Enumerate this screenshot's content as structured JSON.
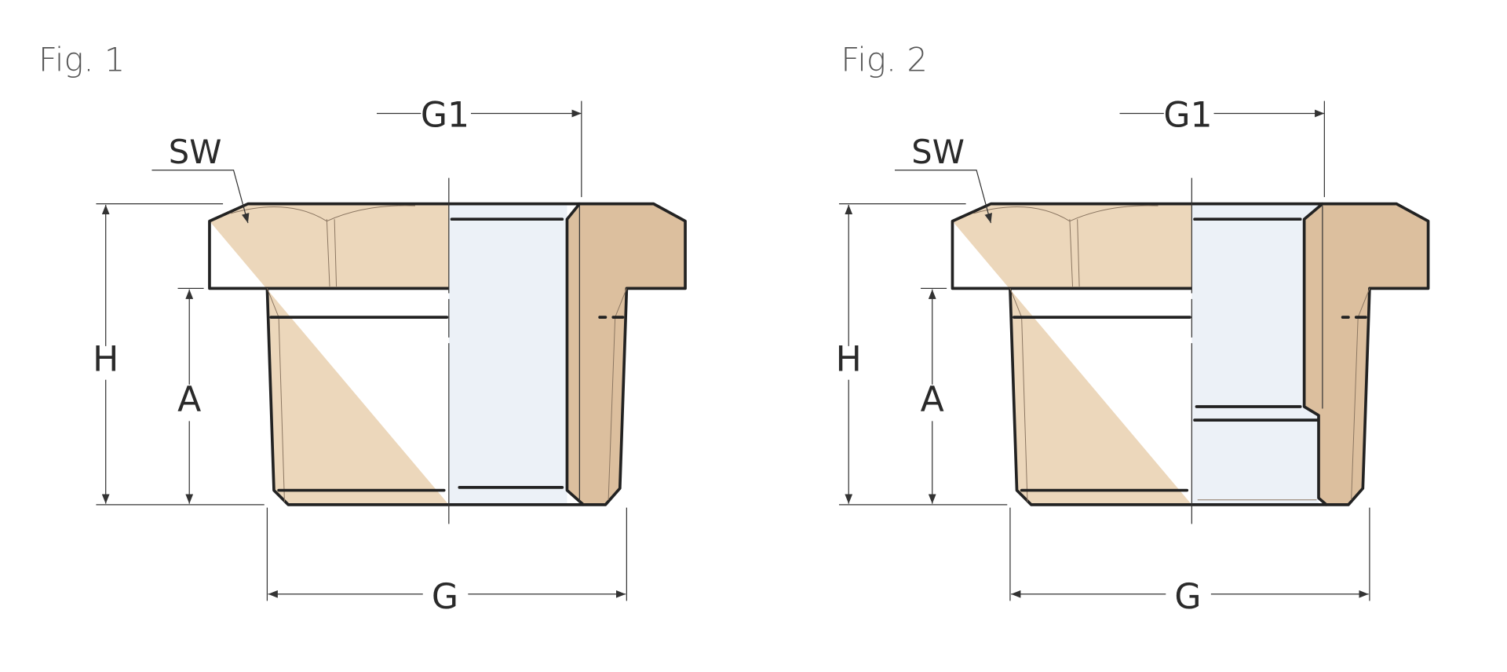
{
  "figures": [
    {
      "title": "Fig. 1",
      "labels": {
        "g1": "G1",
        "sw": "SW",
        "h": "H",
        "a": "A",
        "g": "G"
      },
      "variant": "straight-bore"
    },
    {
      "title": "Fig. 2",
      "labels": {
        "g1": "G1",
        "sw": "SW",
        "h": "H",
        "a": "A",
        "g": "G"
      },
      "variant": "stepped-bore"
    }
  ],
  "colors": {
    "body": "#ecd7bb",
    "section": "#dcbf9e",
    "bore": "#ecf1f7",
    "outline": "#222222"
  }
}
